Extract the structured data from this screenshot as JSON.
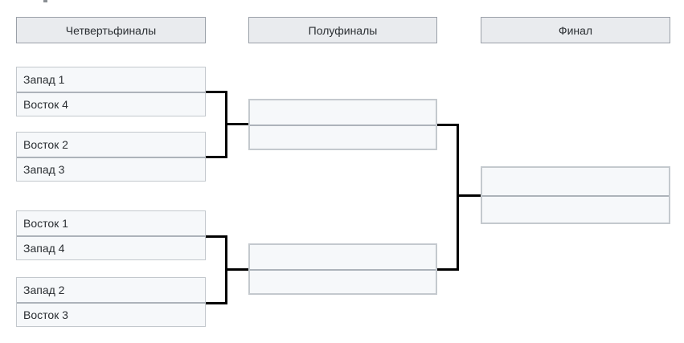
{
  "columns": {
    "quarterfinals": {
      "label": "Четвертьфиналы"
    },
    "semifinals": {
      "label": "Полуфиналы"
    },
    "final": {
      "label": "Финал"
    }
  },
  "bracket": {
    "quarterfinals": [
      {
        "teams": [
          "Запад 1",
          "Восток 4"
        ]
      },
      {
        "teams": [
          "Восток 2",
          "Запад 3"
        ]
      },
      {
        "teams": [
          "Восток 1",
          "Запад 4"
        ]
      },
      {
        "teams": [
          "Запад 2",
          "Восток 3"
        ]
      }
    ],
    "semifinals": [
      {
        "teams": [
          "",
          ""
        ]
      },
      {
        "teams": [
          "",
          ""
        ]
      }
    ],
    "final": {
      "teams": [
        "",
        ""
      ]
    }
  },
  "colors": {
    "header_fill": "#e9ebee",
    "header_border": "#9aa0a8",
    "slot_fill": "#f6f8fa",
    "slot_border": "#c4c9ce",
    "slot_divider": "#adb3ba",
    "connector": "#000000",
    "text": "#2b2f33",
    "background": "#ffffff"
  }
}
